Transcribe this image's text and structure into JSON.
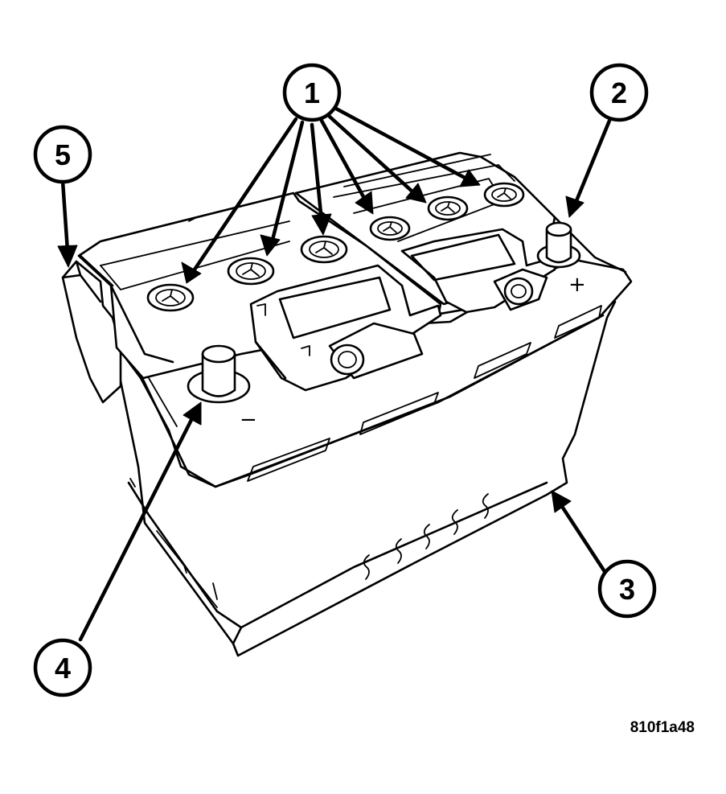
{
  "callouts": [
    {
      "id": "1",
      "label": "1"
    },
    {
      "id": "2",
      "label": "2"
    },
    {
      "id": "3",
      "label": "3"
    },
    {
      "id": "4",
      "label": "4"
    },
    {
      "id": "5",
      "label": "5"
    }
  ],
  "terminal_marks": {
    "positive": "+",
    "negative": "−"
  },
  "figure_code": "810f1a48"
}
